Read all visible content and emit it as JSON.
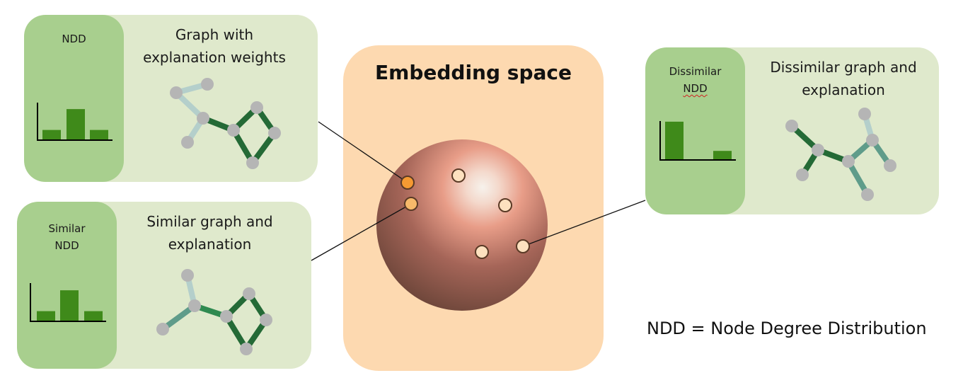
{
  "embedding": {
    "title": "Embedding space"
  },
  "legend": {
    "text": "NDD = Node Degree Distribution"
  },
  "panels": {
    "original": {
      "ndd_label": [
        "NDD"
      ],
      "title": [
        "Graph with",
        "explanation weights"
      ],
      "ndd_values": [
        1,
        3.2,
        1
      ]
    },
    "similar": {
      "ndd_label": [
        "Similar",
        "NDD"
      ],
      "title": [
        "Similar graph and",
        "explanation"
      ],
      "ndd_values": [
        1,
        3.2,
        1
      ]
    },
    "dissimilar": {
      "ndd_label": [
        "Dissimilar",
        "NDD"
      ],
      "title": [
        "Dissimilar graph and",
        "explanation"
      ],
      "ndd_values": [
        4.5,
        1
      ]
    }
  },
  "colors": {
    "panel_bg": "#dfe9cc",
    "ndd_bg": "#a8cf8e",
    "bar": "#3f8a1a",
    "embedding_bg": "#fdd9b0",
    "edge_strong": "#246a36",
    "edge_medium": "#5f9c8a",
    "edge_weak": "#b4cfcb",
    "node": "#b5b5b5",
    "point_highlight": "#f59a32",
    "point_similar": "#f7b96a",
    "point_other": "#fde1bf"
  }
}
